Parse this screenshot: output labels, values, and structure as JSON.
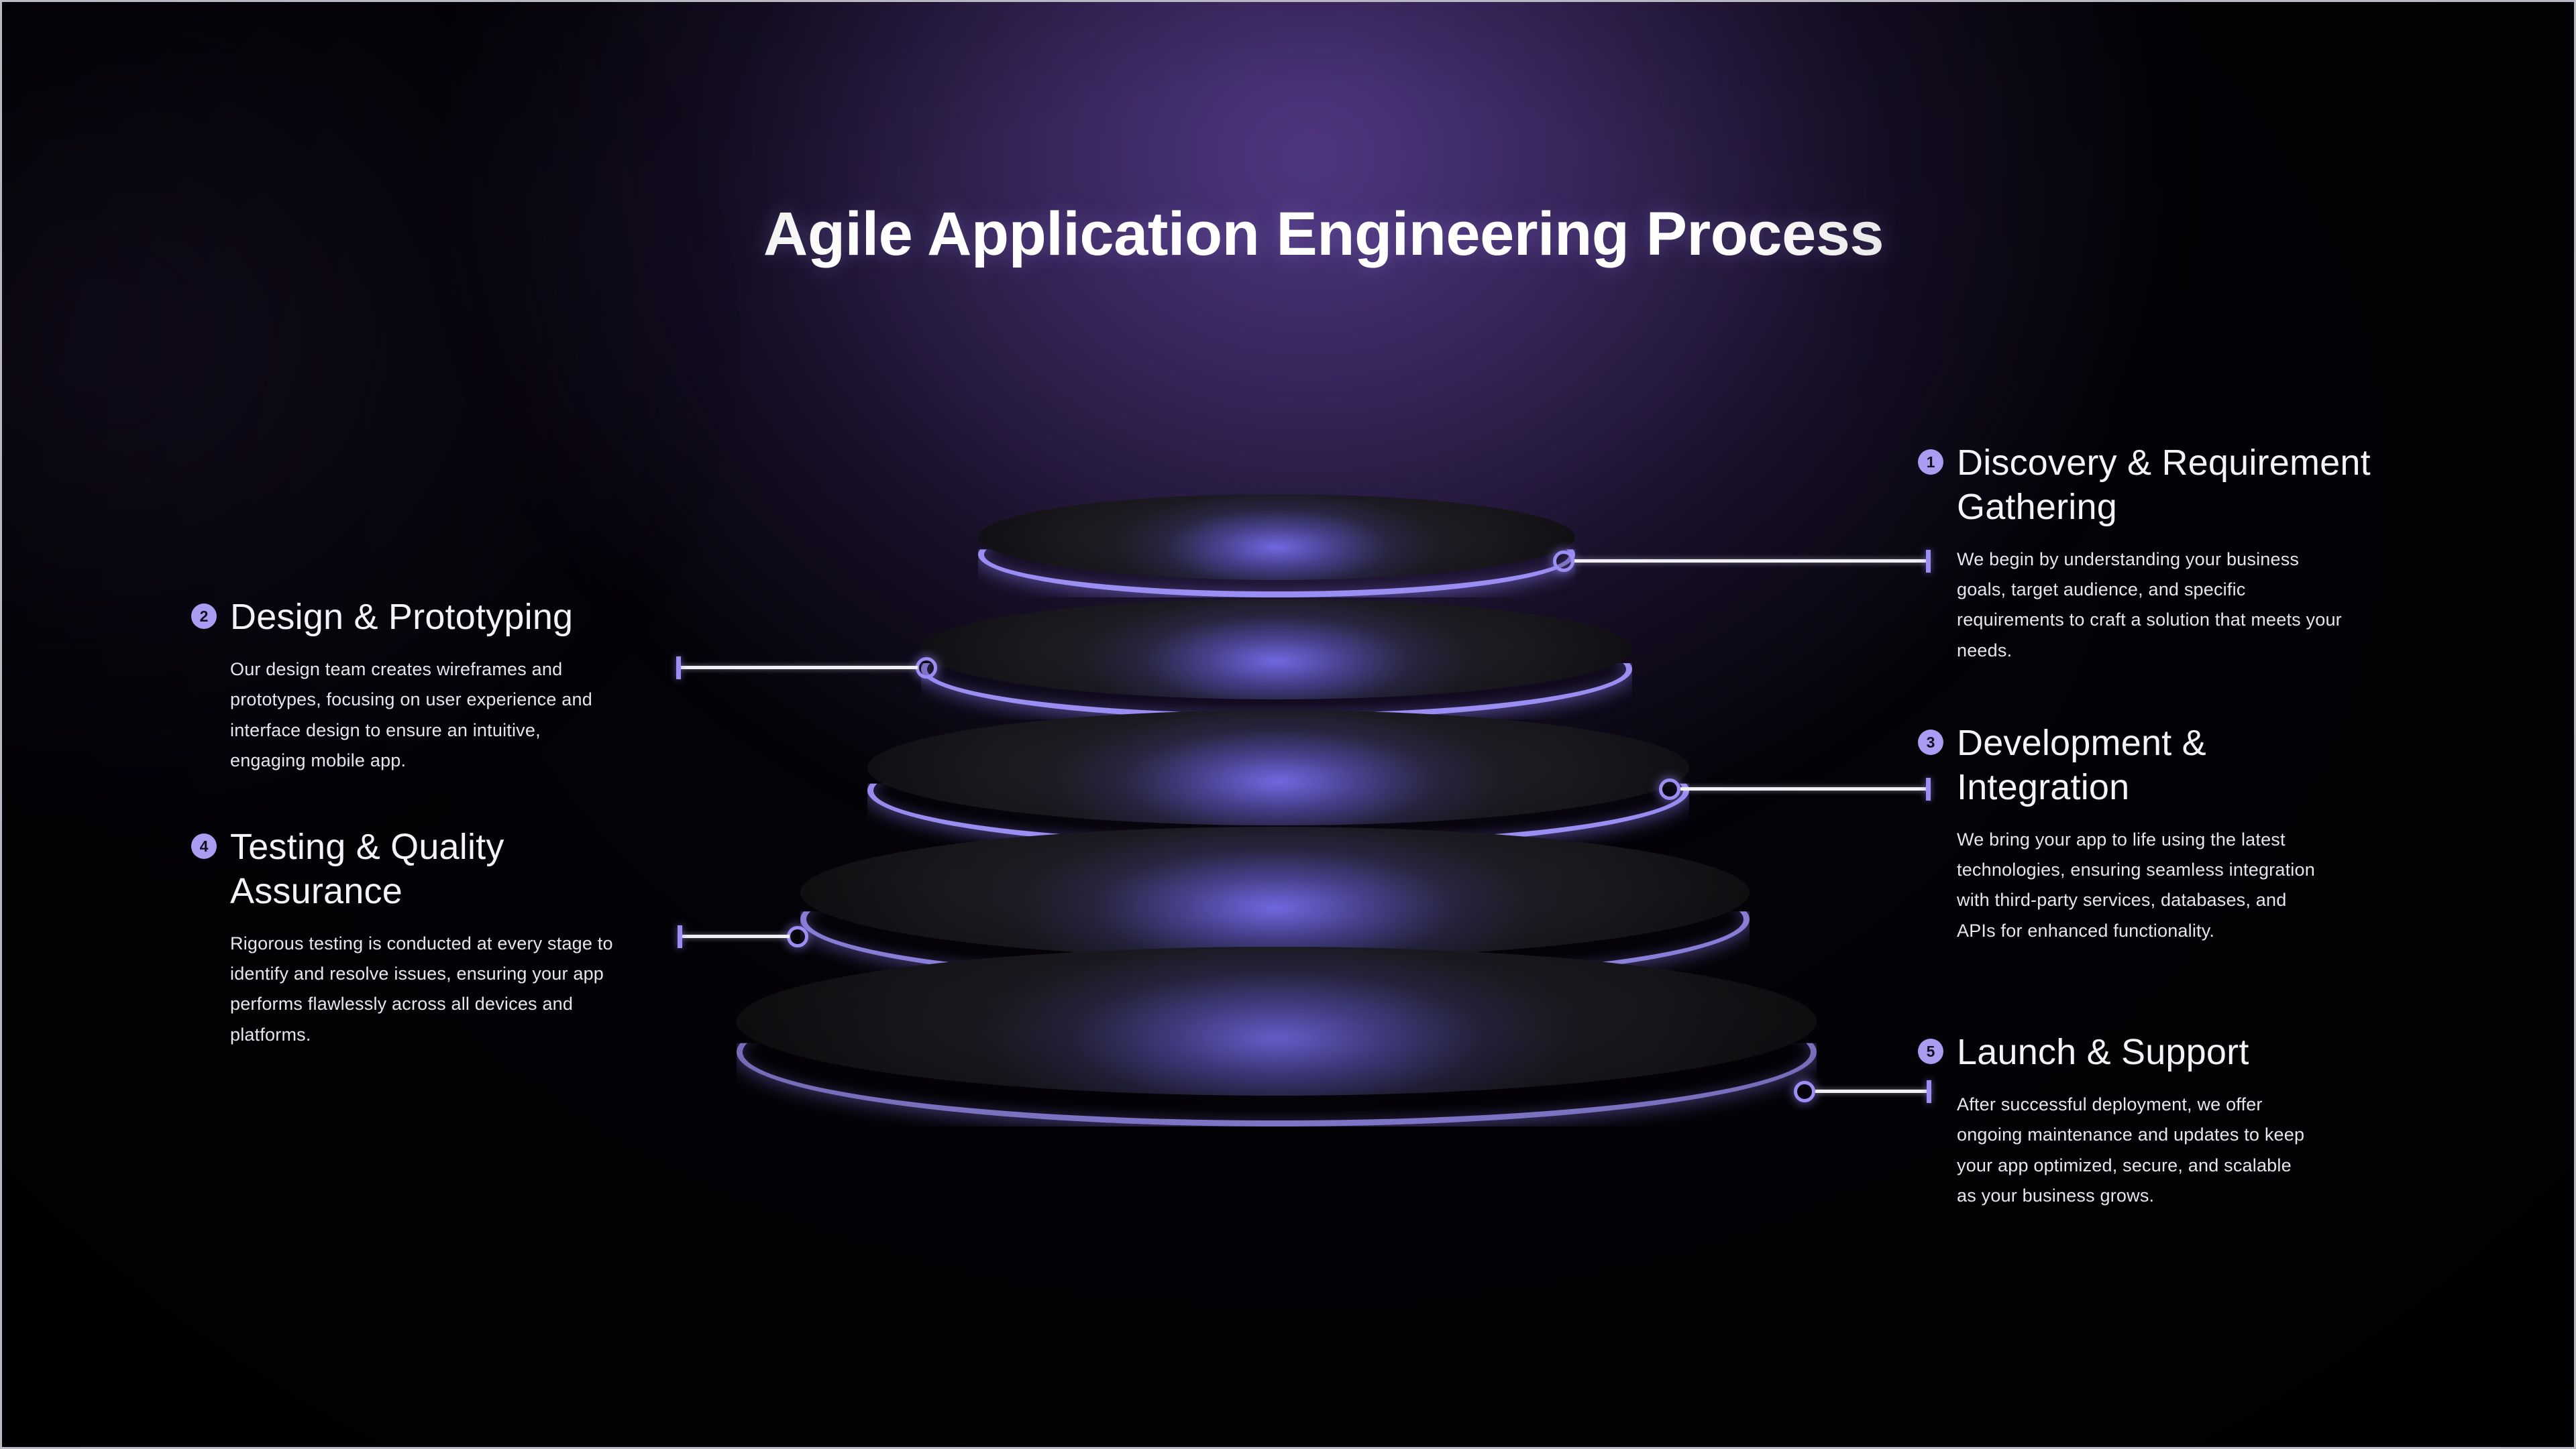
{
  "page": {
    "title": "Agile Application Engineering Process",
    "accent_purple": "#9a8ef2",
    "badge_purple": "#a89df0",
    "background": "#050308",
    "text_primary": "#f4f3f8",
    "text_body": "#e7e6ee"
  },
  "steps": [
    {
      "number": "1",
      "side": "right",
      "title": "Discovery & Requirement Gathering",
      "body": "We begin by understanding your business goals, target audience, and specific requirements to craft a solution that meets your needs."
    },
    {
      "number": "2",
      "side": "left",
      "title": "Design & Prototyping",
      "body": "Our design team creates wireframes and prototypes, focusing on user experience and interface design to ensure an intuitive, engaging mobile app."
    },
    {
      "number": "3",
      "side": "right",
      "title": "Development & Integration",
      "body": "We bring your app to life using the latest technologies, ensuring seamless integration with third-party services, databases, and APIs for enhanced functionality."
    },
    {
      "number": "4",
      "side": "left",
      "title": "Testing & Quality Assurance",
      "body": "Rigorous testing is conducted at every stage to identify and resolve issues, ensuring your app performs flawlessly across all devices and platforms."
    },
    {
      "number": "5",
      "side": "right",
      "title": "Launch & Support",
      "body": "After successful deployment, we offer ongoing maintenance and updates to keep your app optimized, secure, and scalable as your business grows."
    }
  ],
  "diagram": {
    "type": "stacked-cone-funnel",
    "layer_count": 5,
    "description": "Five stacked glowing elliptical discs increasing in width from top to bottom, each connected by a leader line to a numbered step."
  }
}
